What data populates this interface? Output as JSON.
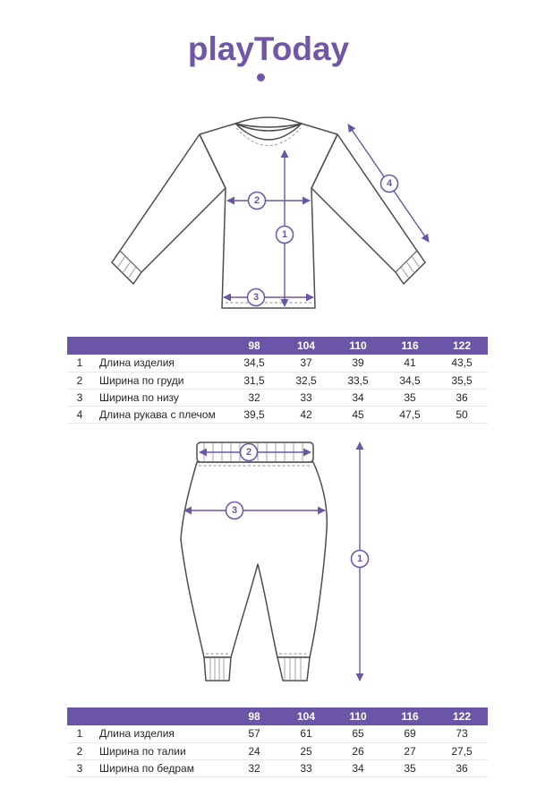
{
  "brand": {
    "logo": "playToday"
  },
  "colors": {
    "purple": "#6a55a6",
    "logo_purple": "#7056a7",
    "line": "#4d4d4d"
  },
  "shirt_diagram": {
    "markers": {
      "m1": "1",
      "m2": "2",
      "m3": "3",
      "m4": "4"
    }
  },
  "shirt_table": {
    "sizes": [
      "98",
      "104",
      "110",
      "116",
      "122"
    ],
    "rows": [
      {
        "num": "1",
        "label": "Длина изделия",
        "values": [
          "34,5",
          "37",
          "39",
          "41",
          "43,5"
        ]
      },
      {
        "num": "2",
        "label": "Ширина по груди",
        "values": [
          "31,5",
          "32,5",
          "33,5",
          "34,5",
          "35,5"
        ]
      },
      {
        "num": "3",
        "label": "Ширина по низу",
        "values": [
          "32",
          "33",
          "34",
          "35",
          "36"
        ]
      },
      {
        "num": "4",
        "label": "Длина рукава с плечом",
        "values": [
          "39,5",
          "42",
          "45",
          "47,5",
          "50"
        ]
      }
    ]
  },
  "pants_diagram": {
    "markers": {
      "m1": "1",
      "m2": "2",
      "m3": "3"
    }
  },
  "pants_table": {
    "sizes": [
      "98",
      "104",
      "110",
      "116",
      "122"
    ],
    "rows": [
      {
        "num": "1",
        "label": "Длина изделия",
        "values": [
          "57",
          "61",
          "65",
          "69",
          "73"
        ]
      },
      {
        "num": "2",
        "label": "Ширина по талии",
        "values": [
          "24",
          "25",
          "26",
          "27",
          "27,5"
        ]
      },
      {
        "num": "3",
        "label": "Ширина по бедрам",
        "values": [
          "32",
          "33",
          "34",
          "35",
          "36"
        ]
      }
    ]
  }
}
